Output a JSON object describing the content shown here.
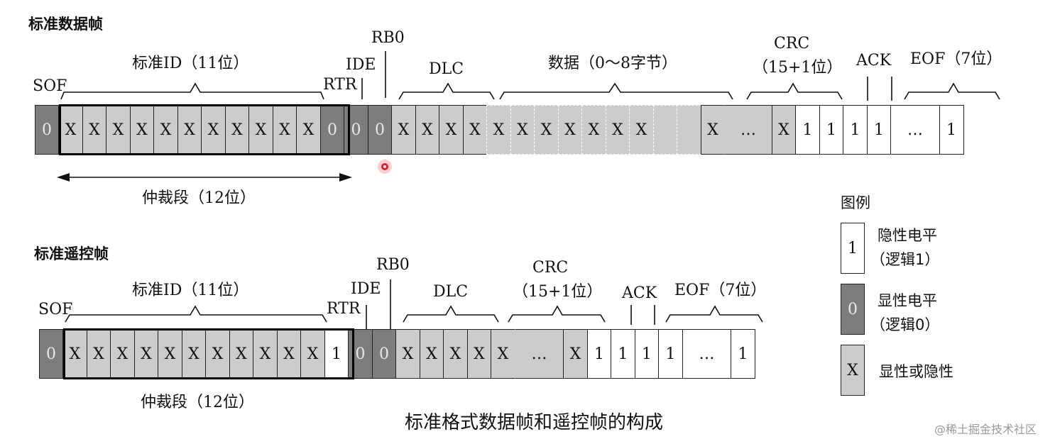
{
  "data_frame": {
    "heading": "标准数据帧",
    "labels": {
      "sof": "SOF",
      "id": "标准ID（11位）",
      "rtr": "RTR",
      "ide": "IDE",
      "rb0": "RB0",
      "dlc": "DLC",
      "data": "数据（0～8字节）",
      "crc_line1": "CRC",
      "crc_line2": "（15+1位）",
      "ack": "ACK",
      "eof": "EOF（7位）",
      "arbitration": "仲裁段（12位）"
    },
    "cells": [
      "0",
      "X",
      "X",
      "X",
      "X",
      "X",
      "X",
      "X",
      "X",
      "X",
      "X",
      "X",
      "0",
      "0",
      "0",
      "X",
      "X",
      "X",
      "X",
      "X",
      "X",
      "X",
      "X",
      "X",
      "X",
      "X",
      "",
      "",
      "X",
      "…",
      "X",
      "1",
      "1",
      "1",
      "1",
      "…",
      "1"
    ]
  },
  "remote_frame": {
    "heading": "标准遥控帧",
    "labels": {
      "sof": "SOF",
      "id": "标准ID（11位）",
      "rtr": "RTR",
      "ide": "IDE",
      "rb0": "RB0",
      "dlc": "DLC",
      "crc_line1": "CRC",
      "crc_line2": "（15+1位）",
      "ack": "ACK",
      "eof": "EOF（7位）",
      "arbitration": "仲裁段（12位）"
    },
    "cells": [
      "0",
      "X",
      "X",
      "X",
      "X",
      "X",
      "X",
      "X",
      "X",
      "X",
      "X",
      "X",
      "1",
      "0",
      "0",
      "X",
      "X",
      "X",
      "X",
      "X",
      "…",
      "X",
      "1",
      "1",
      "1",
      "1",
      "…",
      "1"
    ]
  },
  "legend": {
    "title": "图例",
    "items": [
      {
        "symbol": "1",
        "line1": "隐性电平",
        "line2": "（逻辑1）"
      },
      {
        "symbol": "0",
        "line1": "显性电平",
        "line2": "（逻辑0）"
      },
      {
        "symbol": "X",
        "line1": "显性或隐性",
        "line2": ""
      }
    ]
  },
  "caption": "标准格式数据帧和遥控帧的构成",
  "watermark": "@稀土掘金技术社区",
  "colors": {
    "dominant": "#7d7d7d",
    "either": "#cccccc",
    "recessive": "#ffffff",
    "cursor_dot": "#e0202a"
  }
}
